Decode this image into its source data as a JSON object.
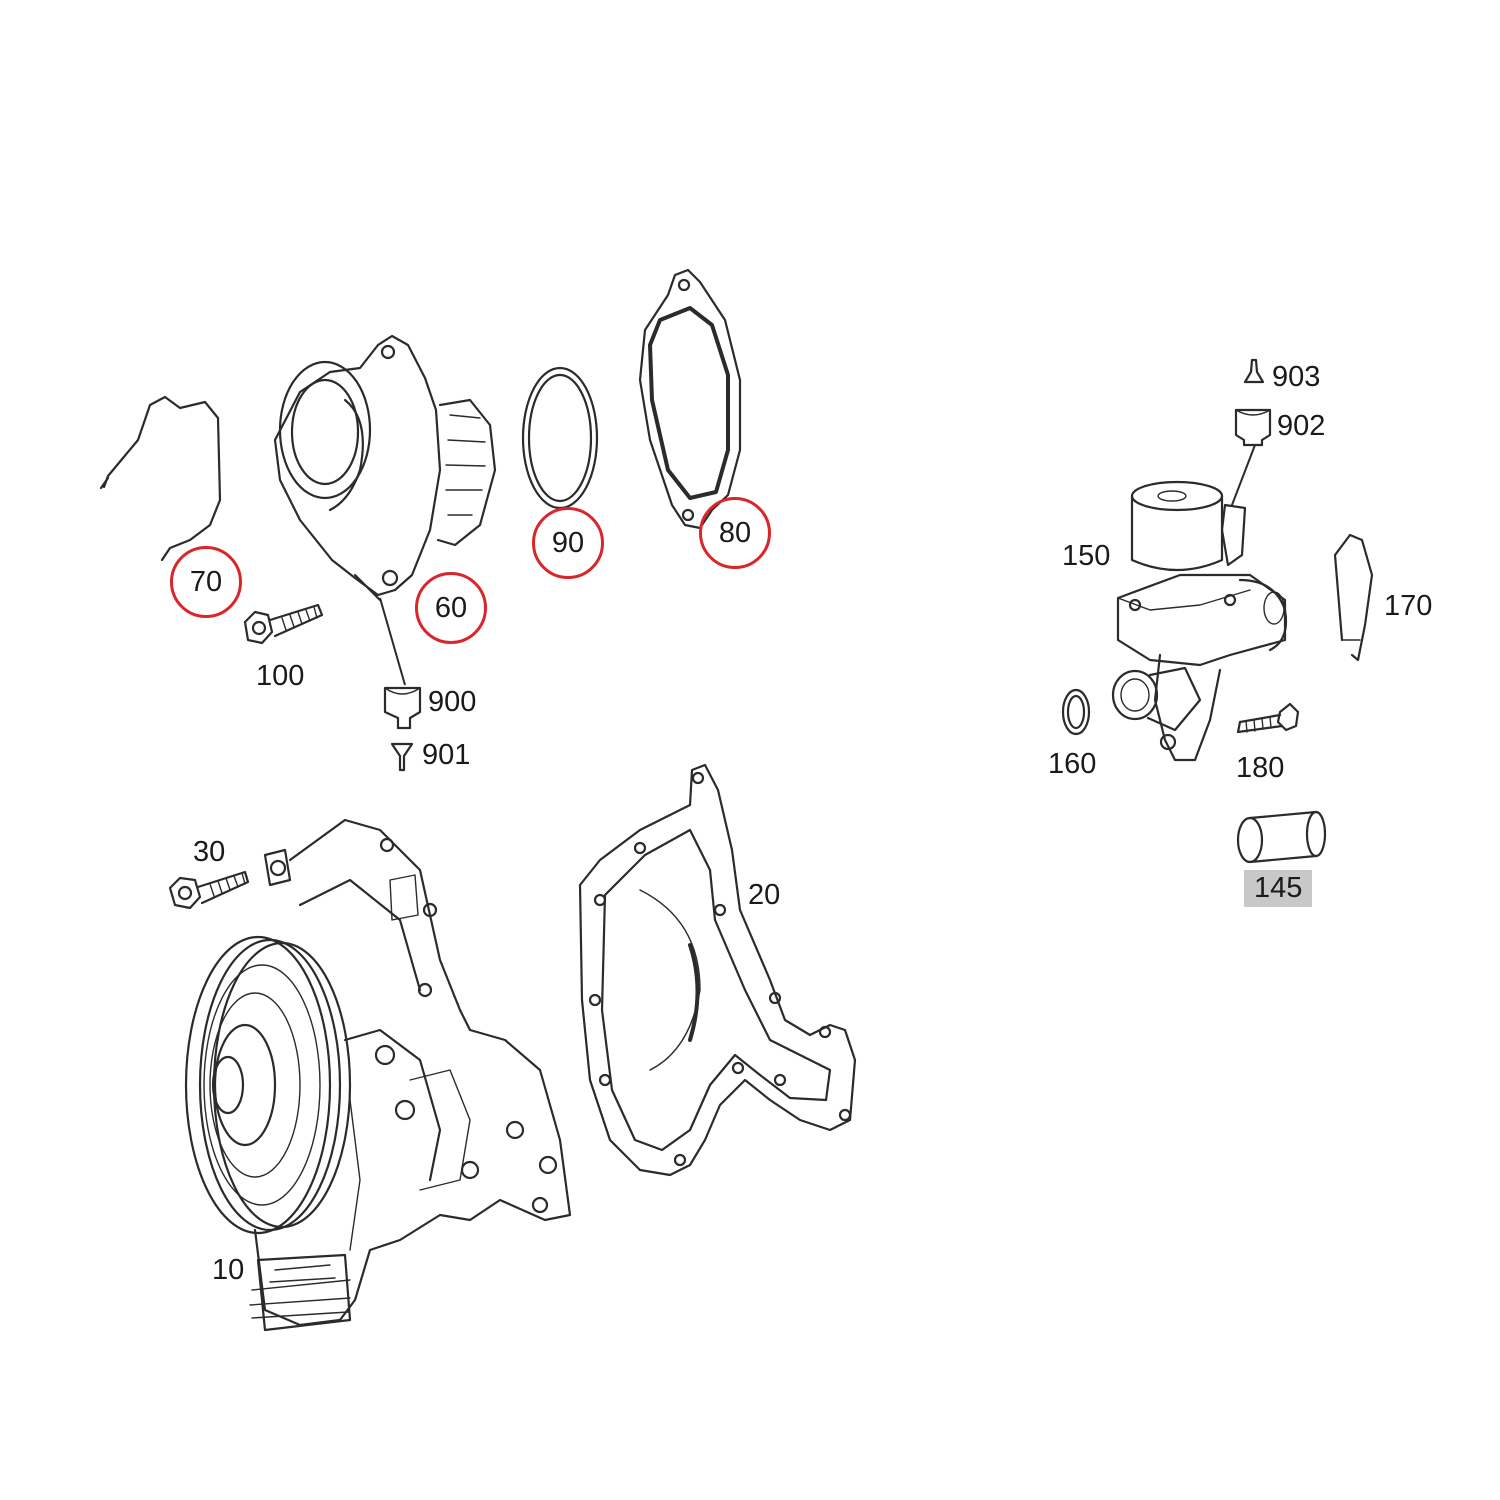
{
  "labels": {
    "p10": "10",
    "p20": "20",
    "p30": "30",
    "p60": "60",
    "p70": "70",
    "p80": "80",
    "p90": "90",
    "p100": "100",
    "p145": "145",
    "p150": "150",
    "p160": "160",
    "p170": "170",
    "p180": "180",
    "p900": "900",
    "p901": "901",
    "p902": "902",
    "p903": "903"
  },
  "colors": {
    "highlight_circle": "#d8262b",
    "line_art": "#2b2b2b",
    "label_shade": "#c8c8c8"
  }
}
